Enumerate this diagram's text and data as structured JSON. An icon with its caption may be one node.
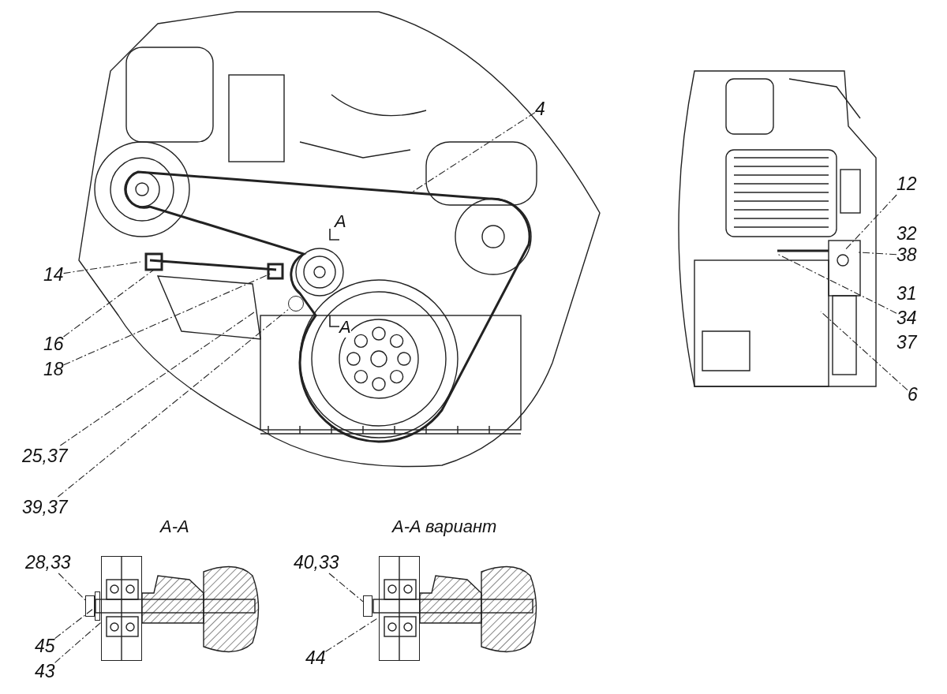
{
  "diagram": {
    "nodes": [
      {
        "text": [
          "4"
        ]
      },
      {
        "text": [
          "12"
        ]
      },
      {
        "text": [
          "32",
          "38"
        ]
      },
      {
        "text": [
          "31",
          "34",
          "37"
        ]
      },
      {
        "text": [
          "6"
        ]
      },
      {
        "text": [
          "14"
        ]
      },
      {
        "text": [
          "16"
        ]
      },
      {
        "text": [
          "18"
        ]
      },
      {
        "text": [
          "25,37"
        ]
      },
      {
        "text": [
          "39,37"
        ]
      },
      {
        "text": [
          "28,33"
        ]
      },
      {
        "text": [
          "45"
        ]
      },
      {
        "text": [
          "43"
        ]
      },
      {
        "text": [
          "40,33"
        ]
      },
      {
        "text": [
          "44"
        ]
      },
      {
        "text": [],
        "shape": "circle"
      },
      {
        "text": [],
        "shape": "box"
      },
      {
        "text": [],
        "shape": "box"
      },
      {
        "text": [],
        "shape": "box"
      },
      {
        "text": [],
        "shape": "box"
      },
      {
        "text": [],
        "shape": "box"
      }
    ],
    "edges": [
      {
        "from": 0,
        "to": null,
        "arrow": "none"
      },
      {
        "from": 1,
        "to": null,
        "arrow": "none"
      },
      {
        "from": 2,
        "to": null,
        "arrow": "none"
      },
      {
        "from": 3,
        "to": null,
        "arrow": "none"
      },
      {
        "from": 4,
        "to": null,
        "arrow": "none"
      },
      {
        "from": 5,
        "to": null,
        "arrow": "none"
      },
      {
        "from": 6,
        "to": null,
        "arrow": "none"
      },
      {
        "from": 7,
        "to": null,
        "arrow": "none"
      },
      {
        "from": 8,
        "to": null,
        "arrow": "none"
      },
      {
        "from": 9,
        "to": 15,
        "arrow": "none"
      },
      {
        "from": 10,
        "to": 16,
        "arrow": "none"
      },
      {
        "from": 11,
        "to": 17,
        "arrow": "none"
      },
      {
        "from": 12,
        "to": 18,
        "arrow": "none"
      },
      {
        "from": 13,
        "to": 19,
        "arrow": "none"
      },
      {
        "from": 14,
        "to": 20,
        "arrow": "none"
      }
    ],
    "labels": [
      "A",
      "A",
      "A-A",
      "A-A вариант"
    ]
  }
}
